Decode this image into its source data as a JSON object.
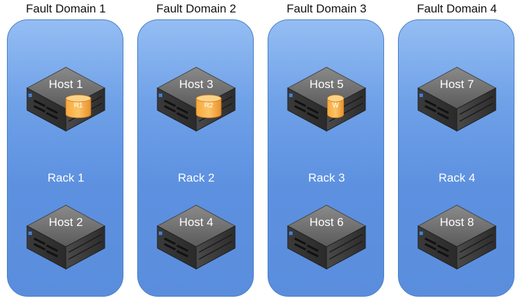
{
  "fault_domains": [
    {
      "title": "Fault Domain 1",
      "rack": "Rack 1",
      "hosts": [
        {
          "label": "Host 1",
          "badge": "R1"
        },
        {
          "label": "Host 2"
        }
      ]
    },
    {
      "title": "Fault Domain 2",
      "rack": "Rack 2",
      "hosts": [
        {
          "label": "Host 3",
          "badge": "R2"
        },
        {
          "label": "Host 4"
        }
      ]
    },
    {
      "title": "Fault Domain 3",
      "rack": "Rack 3",
      "hosts": [
        {
          "label": "Host 5",
          "badge": "W"
        },
        {
          "label": "Host 6"
        }
      ]
    },
    {
      "title": "Fault Domain 4",
      "rack": "Rack 4",
      "hosts": [
        {
          "label": "Host 7"
        },
        {
          "label": "Host 8"
        }
      ]
    }
  ]
}
